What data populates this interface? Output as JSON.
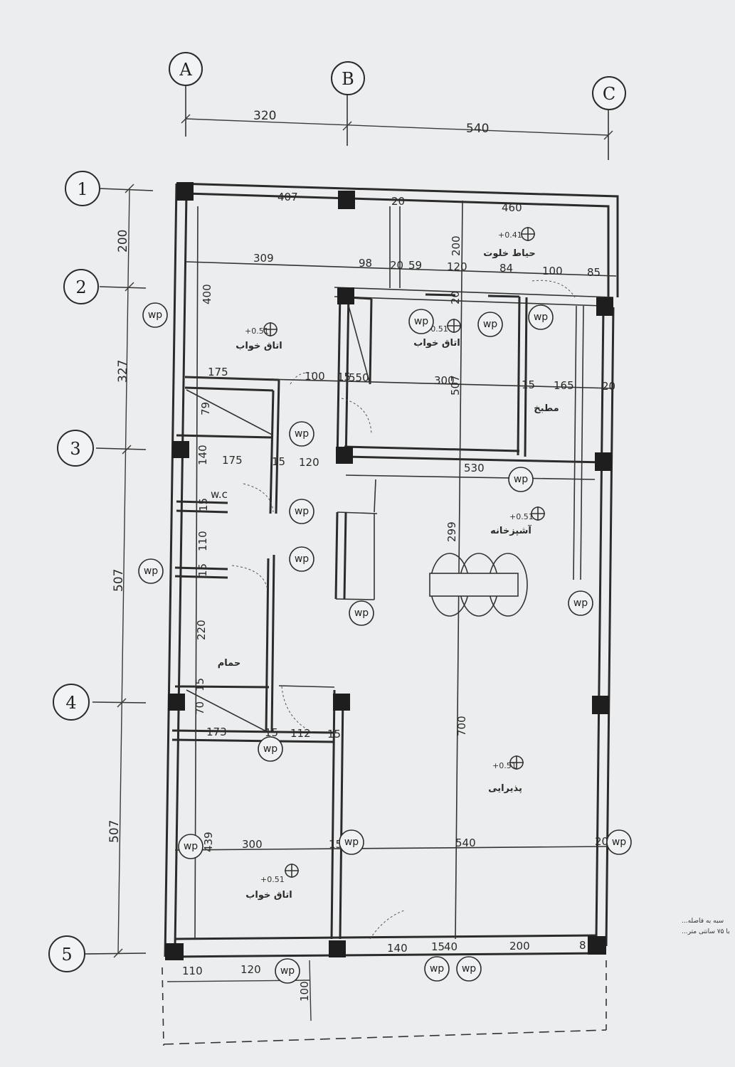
{
  "axes_letters": [
    "A",
    "B",
    "C"
  ],
  "axes_numbers": [
    "1",
    "2",
    "3",
    "4",
    "5"
  ],
  "top_dims": [
    "320",
    "540"
  ],
  "left_dims": [
    "200",
    "327",
    "507",
    "507"
  ],
  "row1": [
    "407",
    "20",
    "460"
  ],
  "row2": [
    "309",
    "98",
    "20",
    "59",
    "120",
    "84",
    "100",
    "85"
  ],
  "vdims": [
    "400",
    "200",
    "20",
    "507",
    "79",
    "140",
    "15",
    "110",
    "15",
    "220",
    "70",
    "15",
    "439",
    "299",
    "700"
  ],
  "row3": [
    "175",
    "100",
    "15",
    "550",
    "300",
    "15",
    "165",
    "20"
  ],
  "row4": [
    "175",
    "15",
    "120",
    "530"
  ],
  "row5": [
    "173",
    "15",
    "112",
    "15"
  ],
  "row6": [
    "300",
    "15",
    "540",
    "20"
  ],
  "row7": [
    "110",
    "120",
    "100",
    "140",
    "15",
    "40",
    "200",
    "8"
  ],
  "wp": "wp",
  "wc": "w.c",
  "rooms": {
    "patio": "حیاط خلوت",
    "bed1": "اتاق خواب",
    "bed2": "اتاق خواب",
    "kitchen_closed": "مطبخ",
    "kitchen": "آشپزخانه",
    "bath": "حمام",
    "living": "پذیرایی",
    "bed3": "اتاق خواب"
  },
  "levels": {
    "patio": "+0.41",
    "bed1": "+0.51",
    "bed2": "+0.51",
    "kitchen": "+0.51",
    "living": "+0.51",
    "bed3": "+0.51"
  },
  "side_note": [
    "...سبه به فاصله",
    "...با ۷۵ سانتی متر"
  ]
}
